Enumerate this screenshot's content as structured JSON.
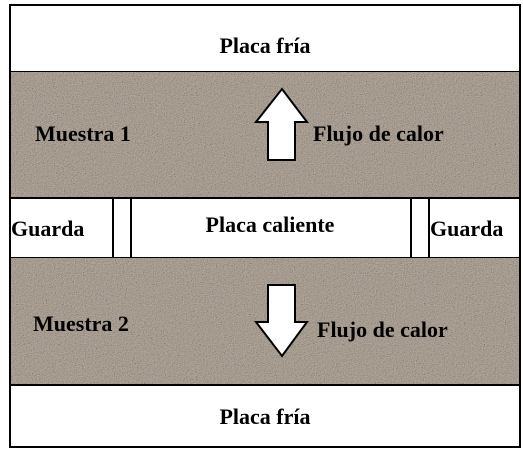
{
  "labels": {
    "top_plate": "Placa fría",
    "sample_1": "Muestra 1",
    "heat_flow_up": "Flujo de calor",
    "guard_left": "Guarda",
    "hot_plate": "Placa caliente",
    "guard_right": "Guarda",
    "sample_2": "Muestra 2",
    "heat_flow_down": "Flujo de calor",
    "bottom_plate": "Placa fría"
  },
  "icons": {
    "up_arrow": "arrow-up-icon",
    "down_arrow": "arrow-down-icon"
  },
  "colors": {
    "sample_fill": "#bcb0a3",
    "plate_fill": "#ffffff",
    "stroke": "#000000"
  }
}
